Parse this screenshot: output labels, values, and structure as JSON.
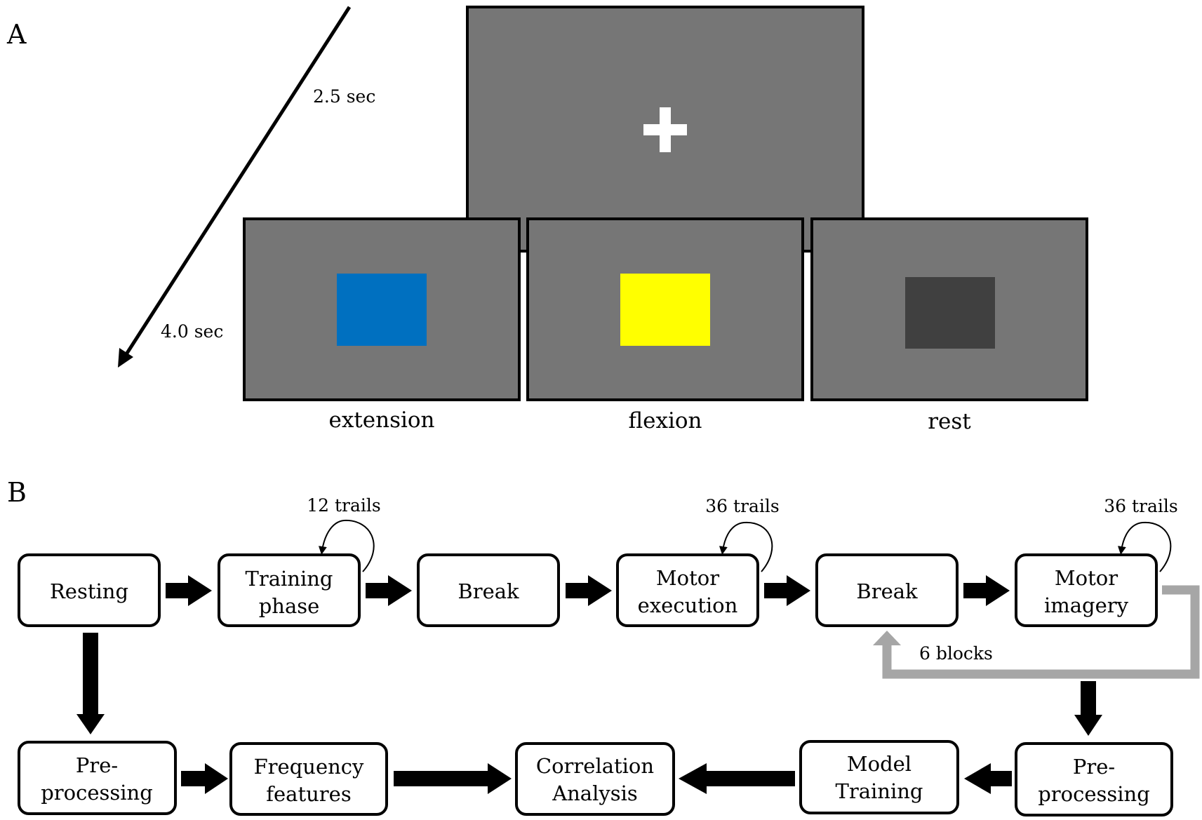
{
  "panel_a": {
    "label": "A",
    "time_top": "2.5 sec",
    "time_bottom": "4.0 sec",
    "fixation_symbol": "+",
    "screens": [
      {
        "label": "extension",
        "cue_color": "#0070c0"
      },
      {
        "label": "flexion",
        "cue_color": "#ffff00"
      },
      {
        "label": "rest",
        "cue_color": "#404040"
      }
    ],
    "screen_bg": "#767676"
  },
  "panel_b": {
    "label": "B",
    "row1": [
      {
        "lines": [
          "Resting"
        ]
      },
      {
        "lines": [
          "Training",
          "phase"
        ]
      },
      {
        "lines": [
          "Break"
        ]
      },
      {
        "lines": [
          "Motor",
          "execution"
        ]
      },
      {
        "lines": [
          "Break"
        ]
      },
      {
        "lines": [
          "Motor",
          "imagery"
        ]
      }
    ],
    "loops": [
      "12 trails",
      "36 trails",
      "36 trails"
    ],
    "blocks_label": "6 blocks",
    "row2": [
      {
        "lines": [
          "Pre-",
          "processing"
        ]
      },
      {
        "lines": [
          "Frequency",
          "features"
        ]
      },
      {
        "lines": [
          "Correlation",
          "Analysis"
        ]
      },
      {
        "lines": [
          "Model",
          "Training"
        ]
      },
      {
        "lines": [
          "Pre-",
          "processing"
        ]
      }
    ],
    "loop_arrow_color": "#a6a6a6"
  }
}
